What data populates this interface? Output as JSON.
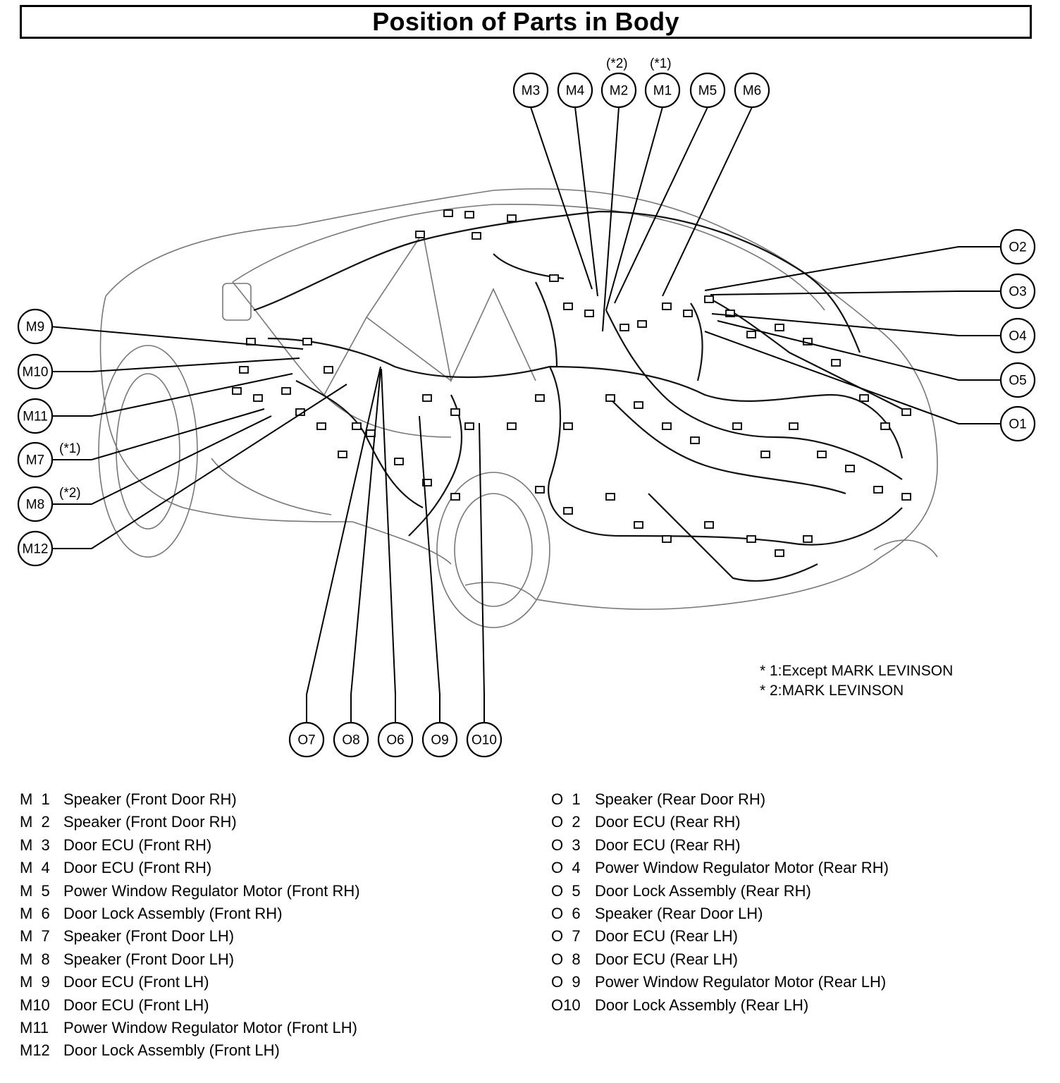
{
  "title": "Position of Parts in Body",
  "callouts": {
    "top": [
      "M3",
      "M4",
      "M2",
      "M1",
      "M5",
      "M6"
    ],
    "top_notes": {
      "M2": "(*2)",
      "M1": "(*1)"
    },
    "right": [
      "O2",
      "O3",
      "O4",
      "O5",
      "O1"
    ],
    "left": [
      "M9",
      "M10",
      "M11",
      "M7",
      "M8",
      "M12"
    ],
    "left_notes": {
      "M7": "(*1)",
      "M8": "(*2)"
    },
    "bottom": [
      "O7",
      "O8",
      "O6",
      "O9",
      "O10"
    ]
  },
  "footnotes": [
    "* 1:Except MARK LEVINSON",
    "* 2:MARK LEVINSON"
  ],
  "legend_left": [
    {
      "code": "M  1",
      "desc": "Speaker (Front Door RH)"
    },
    {
      "code": "M  2",
      "desc": "Speaker (Front Door RH)"
    },
    {
      "code": "M  3",
      "desc": "Door ECU (Front RH)"
    },
    {
      "code": "M  4",
      "desc": "Door ECU (Front RH)"
    },
    {
      "code": "M  5",
      "desc": "Power Window Regulator Motor (Front RH)"
    },
    {
      "code": "M  6",
      "desc": "Door Lock Assembly (Front RH)"
    },
    {
      "code": "M  7",
      "desc": "Speaker (Front Door LH)"
    },
    {
      "code": "M  8",
      "desc": "Speaker (Front Door LH)"
    },
    {
      "code": "M  9",
      "desc": "Door ECU (Front LH)"
    },
    {
      "code": "M10",
      "desc": "Door ECU (Front LH)"
    },
    {
      "code": "M11",
      "desc": "Power Window Regulator Motor (Front LH)"
    },
    {
      "code": "M12",
      "desc": "Door Lock Assembly (Front LH)"
    }
  ],
  "legend_right": [
    {
      "code": "O  1",
      "desc": "Speaker (Rear Door RH)"
    },
    {
      "code": "O  2",
      "desc": "Door ECU (Rear RH)"
    },
    {
      "code": "O  3",
      "desc": "Door ECU (Rear RH)"
    },
    {
      "code": "O  4",
      "desc": "Power Window Regulator Motor (Rear RH)"
    },
    {
      "code": "O  5",
      "desc": "Door Lock Assembly (Rear RH)"
    },
    {
      "code": "O  6",
      "desc": "Speaker (Rear Door LH)"
    },
    {
      "code": "O  7",
      "desc": "Door ECU (Rear LH)"
    },
    {
      "code": "O  8",
      "desc": "Door ECU (Rear LH)"
    },
    {
      "code": "O  9",
      "desc": "Power Window Regulator Motor (Rear LH)"
    },
    {
      "code": "O10",
      "desc": "Door Lock Assembly (Rear LH)"
    }
  ]
}
